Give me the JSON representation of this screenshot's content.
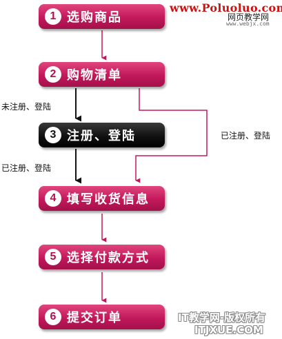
{
  "watermark": {
    "site": "www.Poluoluo.com",
    "site_cn": "网页教学网",
    "site_sub": "www.webjx.com",
    "bottom_line1": "IT教学网-版权所有",
    "bottom_line2": "ITJXUE.COM"
  },
  "steps": [
    {
      "num": "1",
      "label": "选购商品"
    },
    {
      "num": "2",
      "label": "购物清单"
    },
    {
      "num": "3",
      "label": "注册、登陆"
    },
    {
      "num": "4",
      "label": "填写收货信息"
    },
    {
      "num": "5",
      "label": "选择付款方式"
    },
    {
      "num": "6",
      "label": "提交订单"
    }
  ],
  "labels": {
    "not_registered": "未注册、登陆",
    "registered_left": "已注册、登陆",
    "registered_right": "已注册、登陆"
  },
  "colors": {
    "step": "#c2185b",
    "step_highlight": "#000000",
    "arrow_pink": "#c2185b",
    "arrow_dark": "#111111"
  }
}
